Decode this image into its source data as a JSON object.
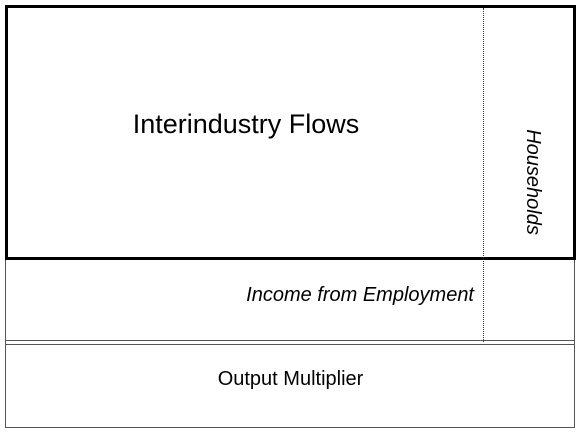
{
  "diagram": {
    "flows_label": "Interindustry Flows",
    "households_label": "Households",
    "income_label": "Income from Employment",
    "multiplier_label": "Output Multiplier"
  }
}
